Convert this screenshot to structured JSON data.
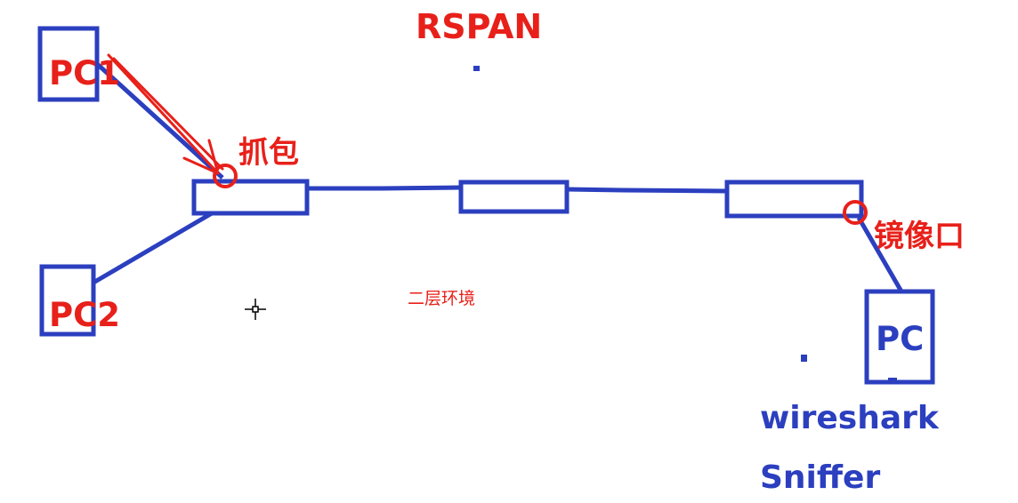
{
  "colors": {
    "blue": "#2b3fbf",
    "red": "#e8201a"
  },
  "title": "RSPAN",
  "labels": {
    "pc1": "PC1",
    "pc2": "PC2",
    "pc": "PC",
    "capture": "抓包",
    "mirror_port": "镜像口",
    "layer2_env": "二层环境",
    "tool1": "wireshark",
    "tool2": "Sniffer"
  },
  "icons": {
    "cursor": "crosshair-cursor-icon"
  }
}
